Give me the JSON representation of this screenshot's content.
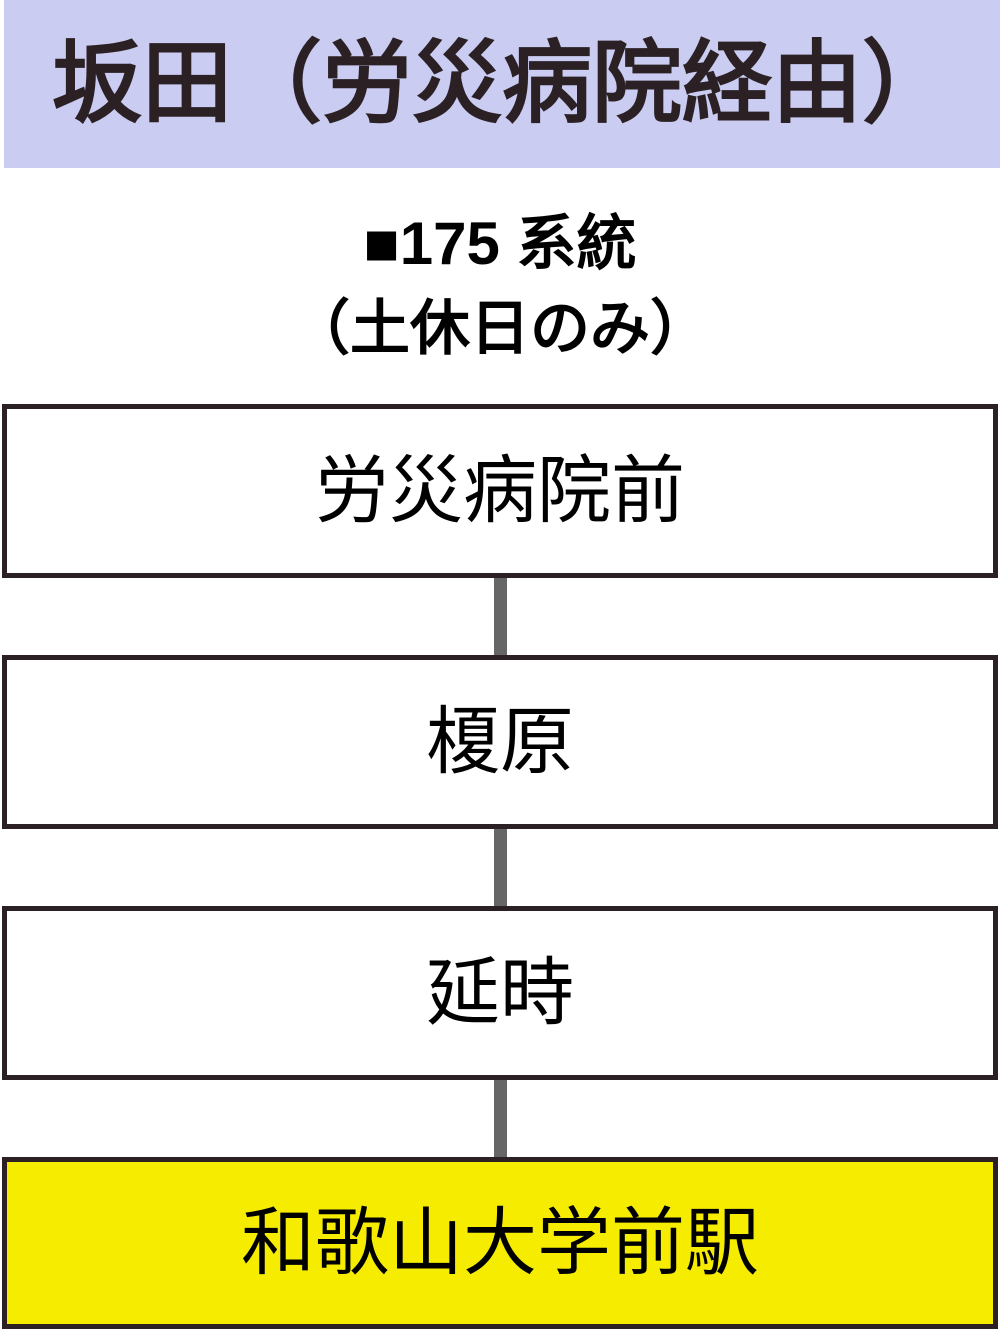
{
  "header": {
    "title": "坂田（労災病院経由）",
    "background": "#cbccf2",
    "text_color": "#2b2125"
  },
  "route_info": {
    "route_number": "■175 系統",
    "service_note": "（土休日のみ）"
  },
  "diagram": {
    "stops": [
      {
        "label": "労災病院前",
        "terminal": false
      },
      {
        "label": "榎原",
        "terminal": false
      },
      {
        "label": "延時",
        "terminal": false
      },
      {
        "label": "和歌山大学前駅",
        "terminal": true
      }
    ],
    "colors": {
      "box_border": "#2b2125",
      "box_background": "#ffffff",
      "terminal_background": "#f6ec00",
      "connector": "#666666"
    }
  }
}
